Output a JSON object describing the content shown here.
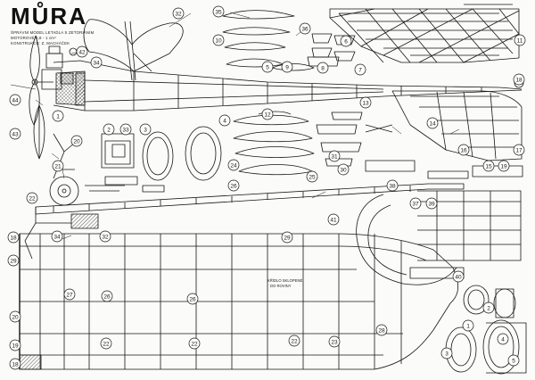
{
  "sheet": {
    "title": "MŮRA",
    "subtitle_lines": [
      "ŠPRÁVNÍ MODEL LETADLA S ZETORIÁNÍM",
      "MOTOROVÉ 0,8 - 1 cm³",
      "KONSTRUKCE: Z. MACHÁČEK"
    ],
    "wing_note": [
      "KŘÍDLO SKLOPENÉ",
      "DO ROVINY"
    ]
  },
  "part_numbers": {
    "n1": "1",
    "n2": "2",
    "n3": "3",
    "n4": "4",
    "n5": "5",
    "n6": "6",
    "n7": "7",
    "n8": "8",
    "n9": "9",
    "n10": "10",
    "n11": "11",
    "n12": "12",
    "n13": "13",
    "n14": "14",
    "n15": "15",
    "n16": "16",
    "n17": "17",
    "n18": "18",
    "n19": "19",
    "n20": "20",
    "n21": "21",
    "n22": "22",
    "n23": "23",
    "n24": "24",
    "n25": "25",
    "n26": "26",
    "n27": "27",
    "n28": "28",
    "n29": "29",
    "n30": "30",
    "n31": "31",
    "n32": "32",
    "n33": "33",
    "n34": "34",
    "n35": "35",
    "n36": "36",
    "n37": "37",
    "n38": "38",
    "n39": "39",
    "n40": "40",
    "n41": "41",
    "n42": "42",
    "n43": "43",
    "n44": "44"
  },
  "colors": {
    "ink": "#161616",
    "paper": "#fbfbf9",
    "hatch": "#444444"
  }
}
